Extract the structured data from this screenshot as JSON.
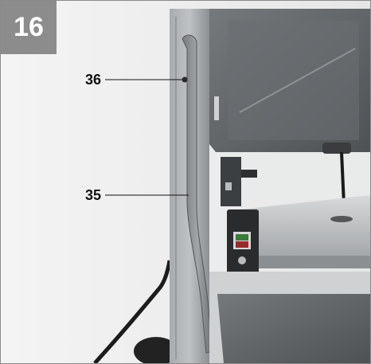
{
  "figure": {
    "number": "16",
    "callouts": [
      {
        "label": "36",
        "target": "screw"
      },
      {
        "label": "35",
        "target": "side-handle-rail"
      }
    ]
  },
  "colors": {
    "badge_bg": "#8c8c8c",
    "machine_dark": "#5d6063",
    "machine_mid": "#8f9396",
    "machine_light": "#c9cbcc",
    "switch_box": "#2a2b2d"
  }
}
